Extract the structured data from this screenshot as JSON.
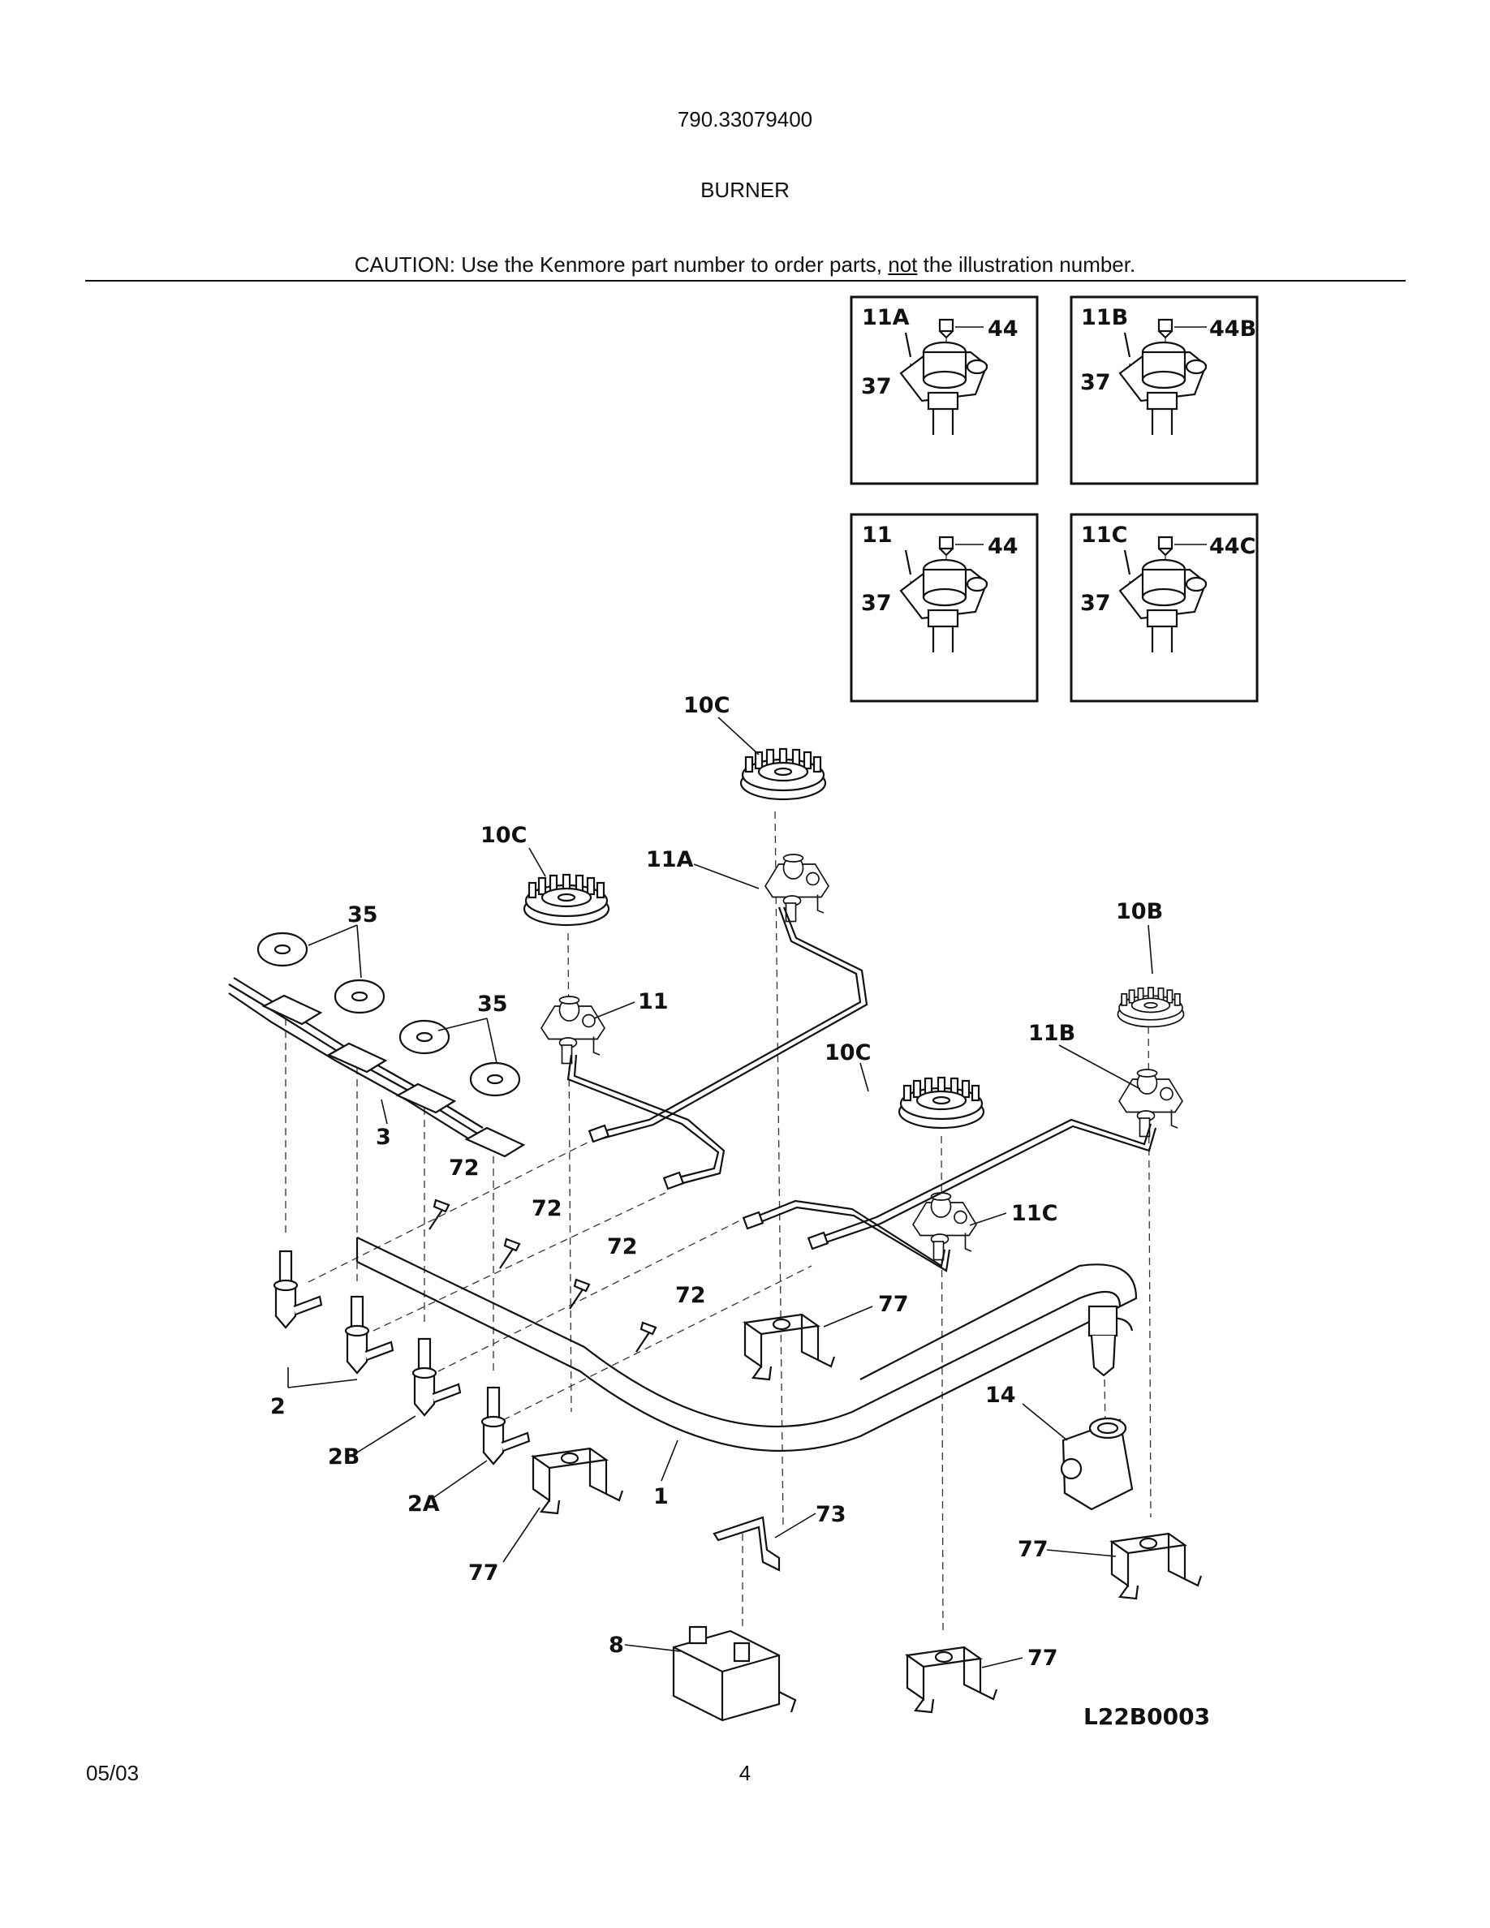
{
  "header": {
    "model_number": "790.33079400",
    "section_title": "BURNER",
    "caution_prefix": "CAUTION: Use the Kenmore part number to order parts, ",
    "caution_emphasis": "not",
    "caution_suffix": " the illustration number."
  },
  "insets": [
    {
      "burner": "11A",
      "cap": "44",
      "screw": "37"
    },
    {
      "burner": "11B",
      "cap": "44B",
      "screw": "37"
    },
    {
      "burner": "11",
      "cap": "44",
      "screw": "37"
    },
    {
      "burner": "11C",
      "cap": "44C",
      "screw": "37"
    }
  ],
  "callouts": {
    "c10c_top": "10C",
    "c10c_left": "10C",
    "c11a": "11A",
    "c35_top": "35",
    "c35_mid": "35",
    "c11": "11",
    "c10b": "10B",
    "c11b": "11B",
    "c10c_mid": "10C",
    "c3": "3",
    "c72_a": "72",
    "c72_b": "72",
    "c72_c": "72",
    "c72_d": "72",
    "c11c": "11C",
    "c77_mid": "77",
    "c14": "14",
    "c2": "2",
    "c2b": "2B",
    "c2a": "2A",
    "c1": "1",
    "c73": "73",
    "c77_right": "77",
    "c77_left": "77",
    "c8": "8",
    "c77_bottom": "77"
  },
  "drawing_code": "L22B0003",
  "footer": {
    "date": "05/03",
    "page": "4"
  }
}
